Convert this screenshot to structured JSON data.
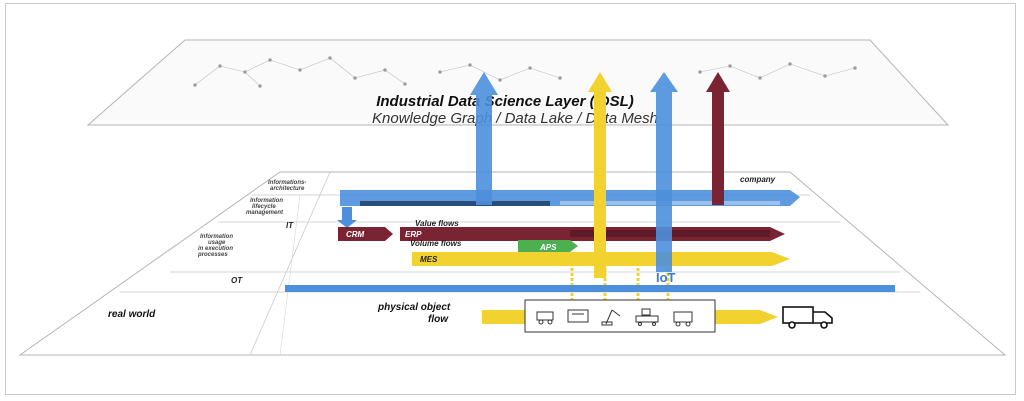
{
  "idsl": {
    "title": "Industrial Data Science Layer (IDSL)",
    "subtitle": "Knowledge Graph / Data Lake / Data Mesh"
  },
  "labels": {
    "info_architecture": "Informations-",
    "info_architecture2": "architecture",
    "info_lifecycle": "Information",
    "info_lifecycle2": "lifecycle",
    "info_lifecycle3": "management",
    "info_usage1": "Information",
    "info_usage2": "usage",
    "info_usage3": "in execution",
    "info_usage4": "processes",
    "it": "IT",
    "ot": "OT",
    "real_world": "real world",
    "company": "company",
    "value_flows": "Value flows",
    "volume_flows": "Volume flows",
    "crm": "CRM",
    "erp": "ERP",
    "aps": "APS",
    "mes": "MES",
    "iot": "IoT",
    "physical1": "physical object",
    "physical2": "flow"
  },
  "colors": {
    "blue": "#4d8fdc",
    "yellow": "#f2d22e",
    "maroon": "#7a2333",
    "green": "#4caf50",
    "plane_edge": "#b5b5b5"
  },
  "icons": [
    "truck-icon",
    "machine-icon-1",
    "machine-icon-2",
    "robot-arm-icon",
    "conveyor-icon",
    "cart-icon"
  ]
}
